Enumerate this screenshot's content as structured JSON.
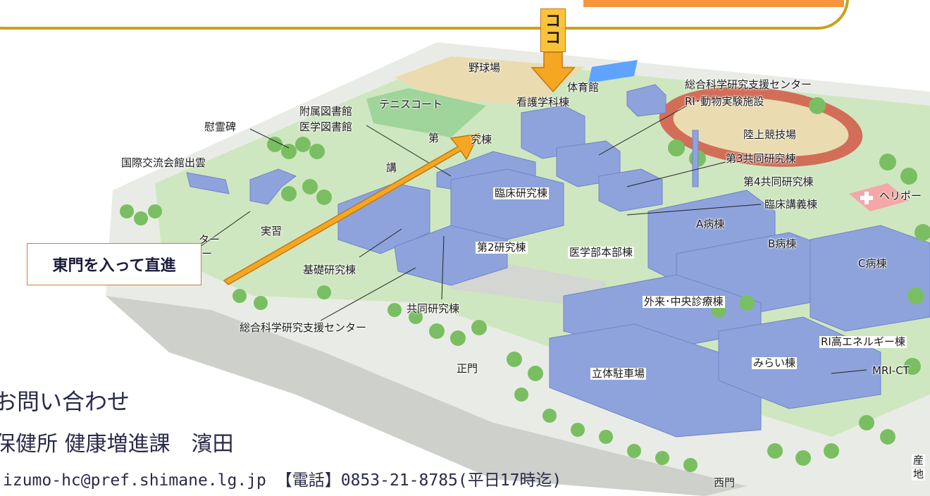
{
  "callout": {
    "coco_chars": [
      "コ",
      "コ"
    ]
  },
  "east_gate_note": "東門を入って直進",
  "labels": {
    "baseball": "野球場",
    "tennis": "テニスコート",
    "gym": "体育館",
    "nursing": "看護学科棟",
    "research_support_top": "総合科学研究支援センター",
    "ri_animal": "RI･動物実験施設",
    "track": "陸上競技場",
    "library_1": "附属図書館",
    "library_2": "医学図書館",
    "memorial": "慰霊碑",
    "intl_hall": "国際交流会館出雲",
    "research3": "第3共同研究棟",
    "research4": "第4共同研究棟",
    "lecture": "臨床講義棟",
    "heliport": "ヘリポー",
    "clinical_research": "臨床研究棟",
    "lecture_partial": "講",
    "first_research_partial": "第",
    "first_research_tail": "究棟",
    "ward_a": "A病棟",
    "ward_b": "B病棟",
    "ward_c": "C病棟",
    "practice_partial": "実習",
    "center_partial_1": "ター",
    "center_partial_2": "ー",
    "research2": "第2研究棟",
    "med_hq": "医学部本部棟",
    "basic_research": "基礎研究棟",
    "outpatient": "外来･中央診療棟",
    "joint_research": "共同研究棟",
    "research_support_bottom": "総合科学研究支援センター",
    "ri_high": "RI高エネルギー棟",
    "mirai": "みらい棟",
    "mri_ct": "MRI-CT",
    "main_gate": "正門",
    "parking": "立体駐車場",
    "west_gate": "西門",
    "industry_1": "産",
    "industry_2": "地"
  },
  "contact": {
    "heading": "お問い合わせ",
    "org": "保健所 健康増進課　濱田",
    "email_phone": "izumo-hc@pref.shimane.lg.jp 【電話】0853-21-8785(平日17時迄)"
  },
  "colors": {
    "building": "#8ea3dc",
    "building_dark": "#6e84c8",
    "lawn": "#cfe7c0",
    "tree": "#79bf62",
    "road": "#c8c8c8",
    "callout_border": "#c8a21a",
    "arrow": "#f5a623",
    "orange_box": "#f7943c"
  }
}
